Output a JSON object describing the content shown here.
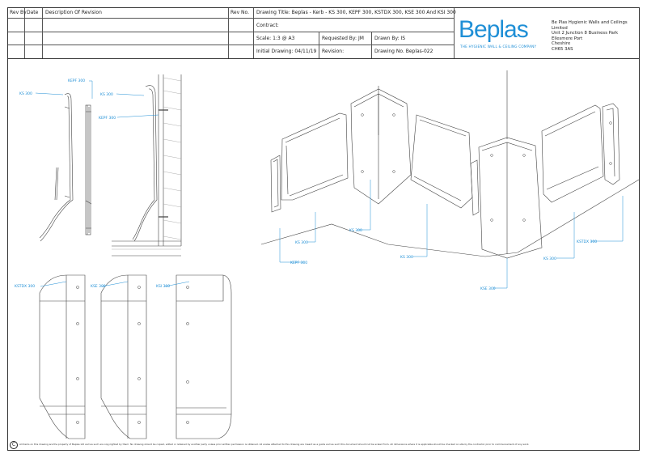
{
  "revision_table": {
    "headers": {
      "rev_by": "Rev By",
      "date": "Date",
      "description": "Description Of Revision",
      "rev_no": "Rev No."
    }
  },
  "title_block": {
    "drawing_title": "Drawing Title: Beplas - Kerb - KS 300, KEPF 300, KSTDX 300, KSE 300 And KSI 300",
    "contract": "Contract:",
    "scale": "Scale: 1:3 @ A3",
    "requested_by": "Requested By:  JM",
    "drawn_by": "Drawn By:  IS",
    "initial_drawing": "Initial Drawing:  04/11/19",
    "revision": "Revision:",
    "drawing_no": "Drawing No. Beplas-022"
  },
  "company": {
    "logo_text": "Beplas",
    "tagline": "THE HYGIENIC WALL & CEILING COMPANY",
    "name": "Be Plas Hygienic Walls and Ceilings Limited",
    "address_line1": "Unit 2 Junction 8 Business Park",
    "address_line2": "Ellesmere Port",
    "address_line3": "Cheshire",
    "postcode": "CH65 3AS",
    "brand_color": "#1f8fd6"
  },
  "labels": {
    "ks300_a": "KS 300",
    "kepf300_a": "KEPF 300",
    "ks300_b": "KS 300",
    "kepf300_b": "KEPF 300",
    "kstdx300_a": "KSTDX 300",
    "kse300_a": "KSE 300",
    "ksi300_a": "KSI 300",
    "ks300_c": "KS 300",
    "ks300_d": "KS 300",
    "kepf300_c": "KEPF 300",
    "ks300_e": "KS 300",
    "kse300_b": "KSE 300",
    "ks300_f": "KS 300",
    "kstdx300_b": "KSTDX 300"
  },
  "footer": {
    "copyright_symbol": "C",
    "notice": "All items on this drawing are the property of Beplas Ltd and as such are copyrighted by them. No drawing should be copied, edited or retained by another party unless prior written permission is obtained. All scales attached to this drawing are meant as a guide and as such this document should not be scaled from. All dimensions where it is applicable should be checked on site by the contractor prior to commencement of any work."
  }
}
